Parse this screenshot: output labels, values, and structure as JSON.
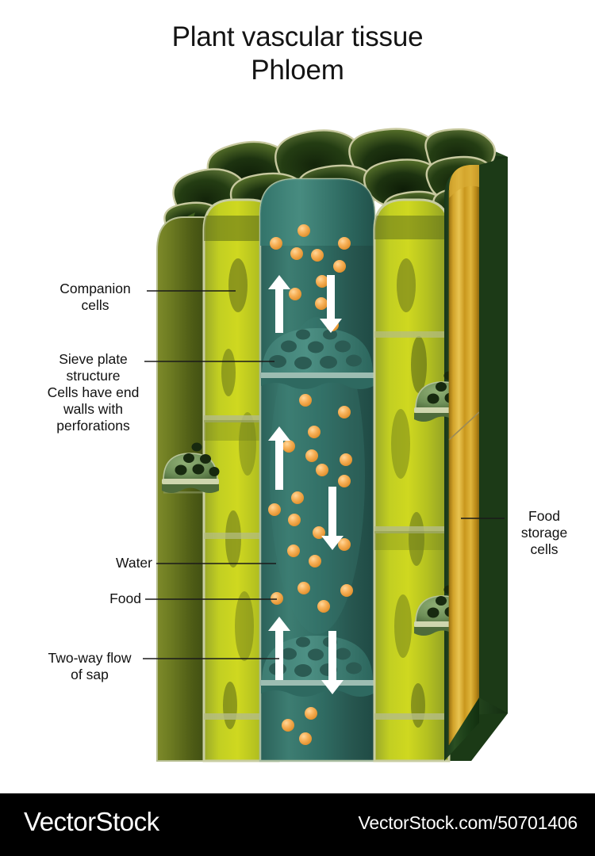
{
  "title": {
    "line1": "Plant vascular tissue",
    "line2": "Phloem"
  },
  "labels": {
    "companion_cells": "Companion\ncells",
    "sieve_plate": "Sieve plate\nstructure\nCells have end\nwalls with\nperforations",
    "water": "Water",
    "food": "Food",
    "two_way_flow": "Two-way flow\nof sap",
    "food_storage": "Food\nstorage\ncells"
  },
  "footer": {
    "brand": "VectorStock",
    "url": "VectorStock.com/50701406"
  },
  "colors": {
    "background": "#ffffff",
    "title_text": "#141414",
    "label_text": "#111111",
    "leader_line": "#1a1a1a",
    "sieve_tube_teal": "#2f6f68",
    "sieve_tube_teal_light": "#4d8f85",
    "companion_cell_yellow": "#c9d21f",
    "companion_cell_olive": "#6b7a14",
    "dark_green_cell": "#1d3310",
    "mid_green_cell": "#4a6b20",
    "cell_wall": "#c8c9a0",
    "food_storage_gold": "#c8971f",
    "food_storage_gold_light": "#e6c453",
    "sap_particle_orange": "#f5a94e",
    "arrow_white": "#ffffff",
    "side_dark_green": "#1f3d18",
    "footer_bg": "#000000",
    "footer_text": "#ffffff"
  },
  "diagram": {
    "type": "scientific-illustration",
    "subject": "Phloem tissue 3D cutaway",
    "structures": [
      {
        "name": "sieve-tube-element",
        "color": "#2f6f68",
        "contains": "sap particles, two-way arrows"
      },
      {
        "name": "companion-cells",
        "color": "#c9d21f"
      },
      {
        "name": "sieve-plates",
        "count": 3,
        "note": "perforated end walls"
      },
      {
        "name": "food-storage-cells",
        "color": "#c8971f"
      },
      {
        "name": "parenchyma-cell-tops",
        "color": "#1d3310"
      }
    ],
    "flow_arrows": [
      {
        "direction": "up",
        "meaning": "sap flow upward"
      },
      {
        "direction": "down",
        "meaning": "sap flow downward"
      }
    ]
  }
}
